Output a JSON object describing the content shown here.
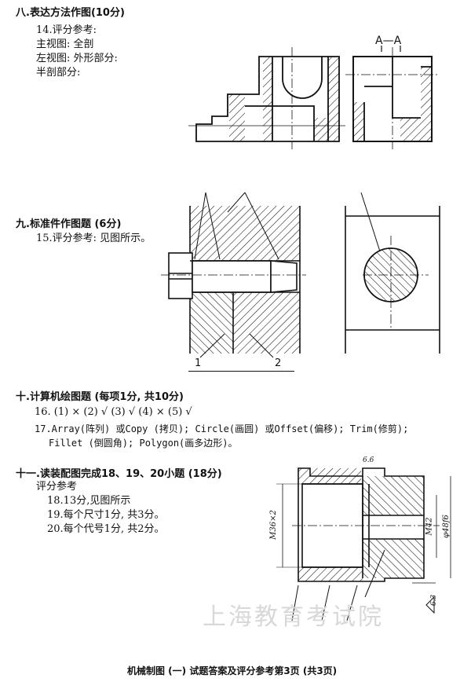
{
  "section8": {
    "title": "八.表达方法作图(10分)",
    "item": "14.评分参考:",
    "lines": [
      "主视图: 全剖",
      "左视图: 外形部分:",
      "半剖部分:"
    ],
    "section_label": "A—A"
  },
  "section9": {
    "title": "九.标准件作图题 (6分)",
    "item": "15.评分参考: 见图所示。",
    "callouts": [
      "1",
      "2"
    ]
  },
  "section10": {
    "title": "十.计算机绘图题 (每项1分, 共10分)",
    "answers": "16. (1) ×    (2) √    (3) √    (4) ×    (5) √",
    "line17a": "17.Array(阵列) 或Copy (拷贝); Circle(画圆) 或Offset(偏移); Trim(修剪);",
    "line17b": "Fillet (倒圆角); Polygon(画多边形)。"
  },
  "section11": {
    "title": "十一.读装配图完成18、19、20小题 (18分)",
    "sub": "评分参考",
    "lines": [
      "18.13分,见图所示",
      "19.每个尺寸1分, 共3分。",
      "20.每个代号1分, 共2分。"
    ],
    "dims": {
      "left": "M36×2",
      "mid": "M42",
      "right": "φ48f6",
      "top": "6.6",
      "bottom": "6.3"
    }
  },
  "watermark": "上海教育考试院",
  "footer": "机械制图 (一) 试题答案及评分参考第3页 (共3页)"
}
